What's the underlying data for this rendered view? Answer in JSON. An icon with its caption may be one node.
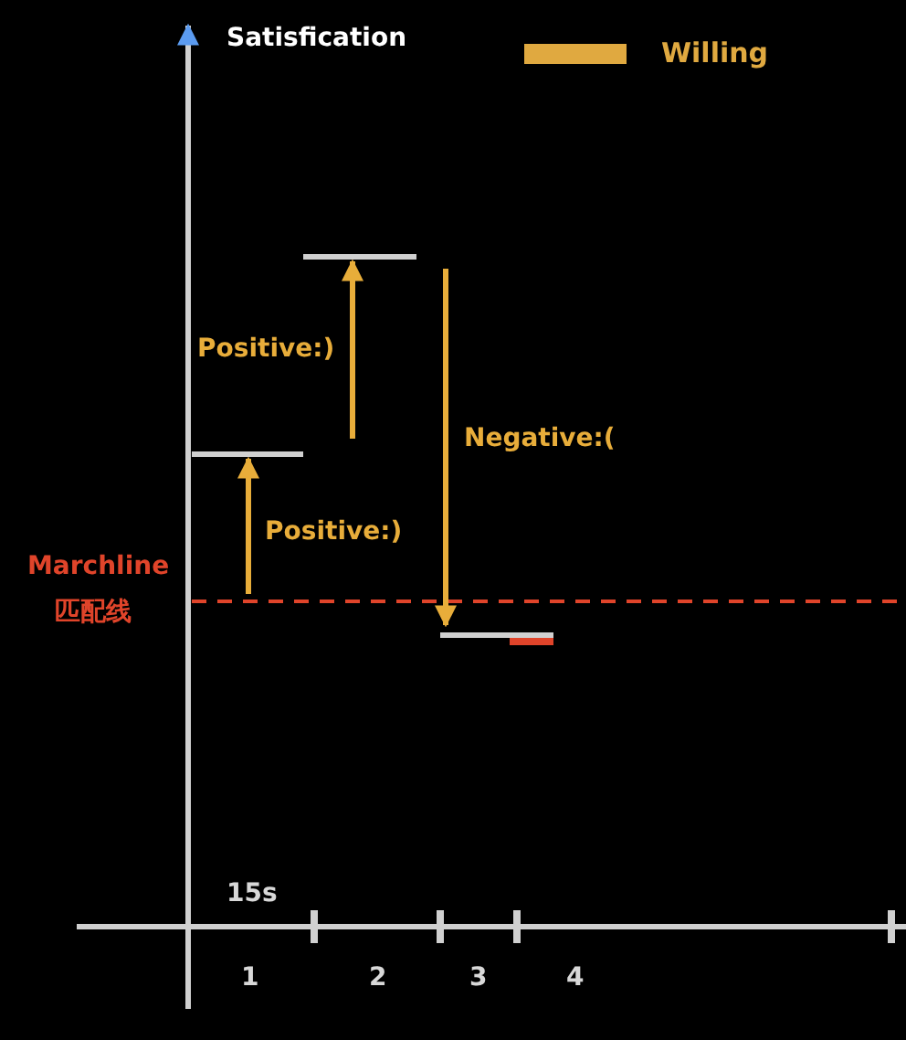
{
  "diagram": {
    "nodes": [
      {
        "text": [],
        "shape": "bar"
      },
      {
        "text": [],
        "shape": "bar"
      },
      {
        "text": [],
        "shape": "bar"
      }
    ],
    "edges": [
      {
        "from": null,
        "to": 0,
        "arrow": "to",
        "label": "Positive:)"
      },
      {
        "from": 0,
        "to": 1,
        "arrow": "to",
        "label": "Positive:)"
      },
      {
        "from": 1,
        "to": 2,
        "arrow": "to",
        "label": "Negative:("
      }
    ],
    "labels": [
      "Satisfication",
      "Marchline",
      "匹配线",
      "15s",
      "1",
      "2",
      "3",
      "4"
    ],
    "legend": [
      {
        "text": "Willing",
        "color": "#e0a940"
      }
    ]
  }
}
